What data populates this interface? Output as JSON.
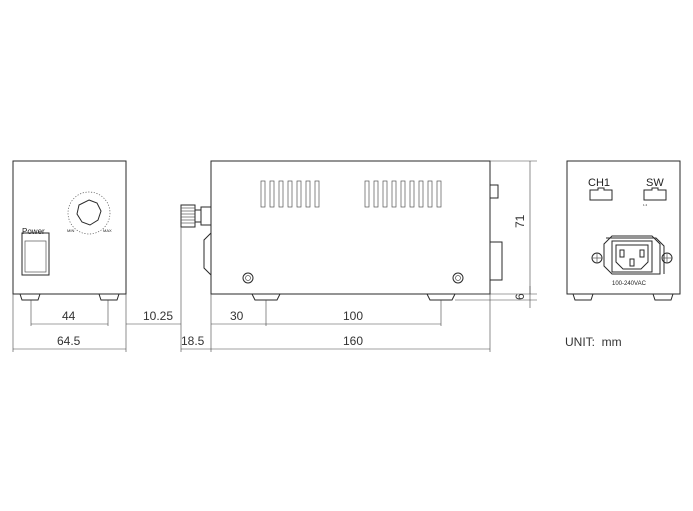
{
  "front_view": {
    "power_label": "Power",
    "dial_min": "MIN",
    "dial_max": "MAX",
    "dim_width_inner": "44",
    "dim_width_total": "64.5"
  },
  "side_view": {
    "dim_knob_offset": "10.25",
    "dim_knob_length": "18.5",
    "dim_foot_offset": "30",
    "dim_foot_spacing": "100",
    "dim_length": "160",
    "dim_height": "71",
    "dim_foot_height": "6"
  },
  "rear_view": {
    "ch1_label": "CH1",
    "sw_label": "SW",
    "voltage_label": "100-240VAC"
  },
  "unit_note": "UNIT:  mm"
}
